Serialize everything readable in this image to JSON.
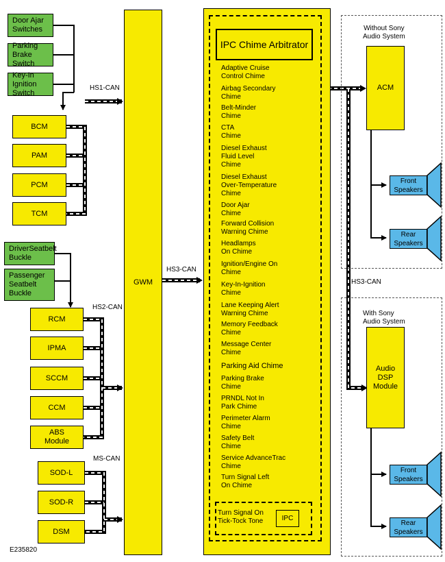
{
  "inputs": [
    "Door Ajar\nSwitches",
    "Parking\nBrake Switch",
    "Key-In Ignition\nSwitch"
  ],
  "hs1_modules": [
    "BCM",
    "PAM",
    "PCM",
    "TCM"
  ],
  "seatbelt_inputs": [
    "DriverSeatbelt\nBuckle",
    "Passenger\nSeatbelt\nBuckle"
  ],
  "hs2_modules": [
    "RCM",
    "IPMA",
    "SCCM",
    "CCM",
    "ABS\nModule"
  ],
  "ms_modules": [
    "SOD-L",
    "SOD-R",
    "DSM"
  ],
  "gateway": "GWM",
  "bus_labels": {
    "hs1": "HS1-CAN",
    "hs2": "HS2-CAN",
    "ms": "MS-CAN",
    "hs3_left": "HS3-CAN",
    "hs3_right": "HS3-CAN"
  },
  "arbitrator": {
    "title": "IPC Chime Arbitrator",
    "chimes": [
      "Adaptive Cruise\nControl Chime",
      "Airbag Secondary\nChime",
      "Belt-Minder\nChime",
      "CTA\nChime",
      "Diesel Exhaust\nFluid Level\nChime",
      "Diesel Exhaust\nOver-Temperature\nChime",
      "Door Ajar\nChime",
      "Forward Collision\nWarning Chime",
      "Headlamps\nOn Chime",
      "Ignition/Engine On\nChime",
      "Key-In-Ignition\nChime",
      "Lane Keeping Alert\nWarning Chime",
      "Memory Feedback\nChime",
      "Message Center\nChime",
      "Parking Aid Chime",
      "Parking Brake\nChime",
      "PRNDL Not In\nPark Chime",
      "Perimeter Alarm\nChime",
      "Safety Belt\nChime",
      "Service AdvanceTrac\nChime",
      "Turn Signal Left\nOn Chime"
    ],
    "turn_signal": "Turn Signal On\nTick-Tock Tone",
    "ipc": "IPC"
  },
  "without_sony": {
    "title": "Without Sony\nAudio System",
    "module": "ACM",
    "front": "Front\nSpeakers",
    "rear": "Rear\nSpeakers"
  },
  "with_sony": {
    "title": "With Sony\nAudio System",
    "module": "Audio\nDSP\nModule",
    "front": "Front\nSpeakers",
    "rear": "Rear\nSpeakers"
  },
  "figure_id": "E235820",
  "colors": {
    "input": "#6cbf4a",
    "module": "#f7ea00",
    "speaker": "#5ab8e8"
  }
}
